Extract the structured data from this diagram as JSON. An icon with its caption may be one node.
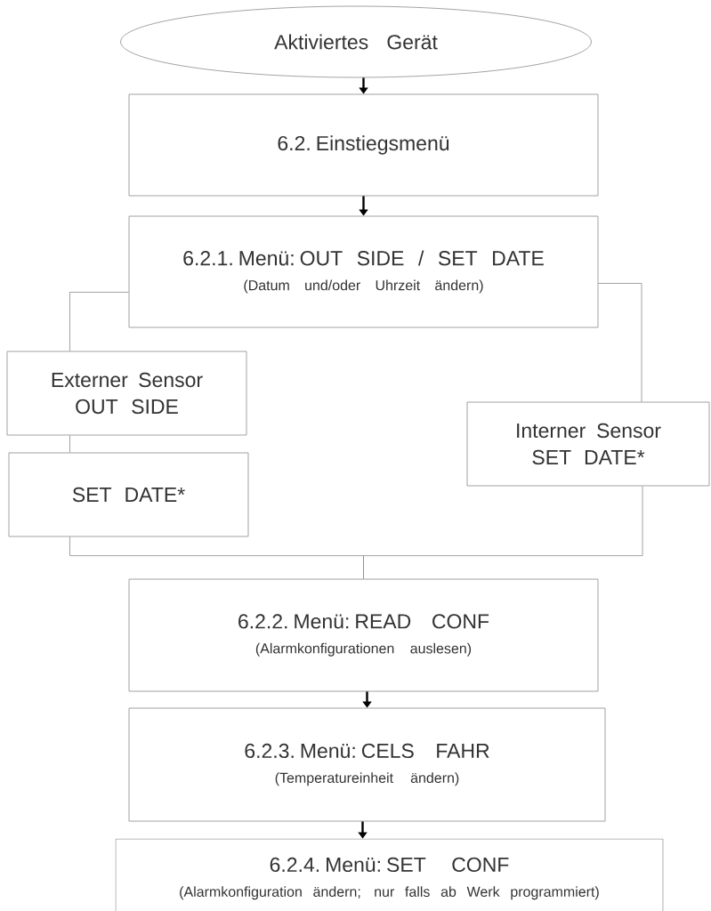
{
  "diagram": {
    "nodes": [
      {
        "text": [
          "Aktiviertes Gerät"
        ]
      },
      {
        "text": [
          "6.2. Einstiegsmenü"
        ]
      },
      {
        "text": [
          "6.2.1. Menü: OUT SIDE / SET DATE",
          "(Datum und/oder Uhrzeit ändern)"
        ]
      },
      {
        "text": [
          "Externer Sensor OUT SIDE"
        ]
      },
      {
        "text": [
          "SET DATE*"
        ]
      },
      {
        "text": [
          "Interner Sensor SET DATE*"
        ]
      },
      {
        "text": [
          "6.2.2. Menü: READ CONF",
          "(Alarmkonfigurationen auslesen)"
        ]
      },
      {
        "text": [
          "6.2.3. Menü: CELS FAHR",
          "(Temperatureinheit ändern)"
        ]
      },
      {
        "text": [
          "6.2.4. Menü: SET CONF",
          "(Alarmkonfiguration ändern; nur falls ab Werk programmiert)"
        ]
      }
    ],
    "edges": [
      {
        "from": 0,
        "to": 1,
        "arrow": "to",
        "style": "thick",
        "color": "#000000"
      },
      {
        "from": 1,
        "to": 2,
        "arrow": "to",
        "style": "thick",
        "color": "#000000"
      },
      {
        "from": 2,
        "to": 3,
        "arrow": "none"
      },
      {
        "from": 3,
        "to": 4,
        "arrow": "none"
      },
      {
        "from": 2,
        "to": 5,
        "arrow": "none"
      },
      {
        "from": 4,
        "to": 6,
        "arrow": "none"
      },
      {
        "from": 5,
        "to": 6,
        "arrow": "none"
      },
      {
        "from": 6,
        "to": 7,
        "arrow": "to",
        "style": "thick",
        "color": "#000000"
      },
      {
        "from": 7,
        "to": 8,
        "arrow": "to",
        "style": "thick",
        "color": "#000000"
      }
    ]
  }
}
